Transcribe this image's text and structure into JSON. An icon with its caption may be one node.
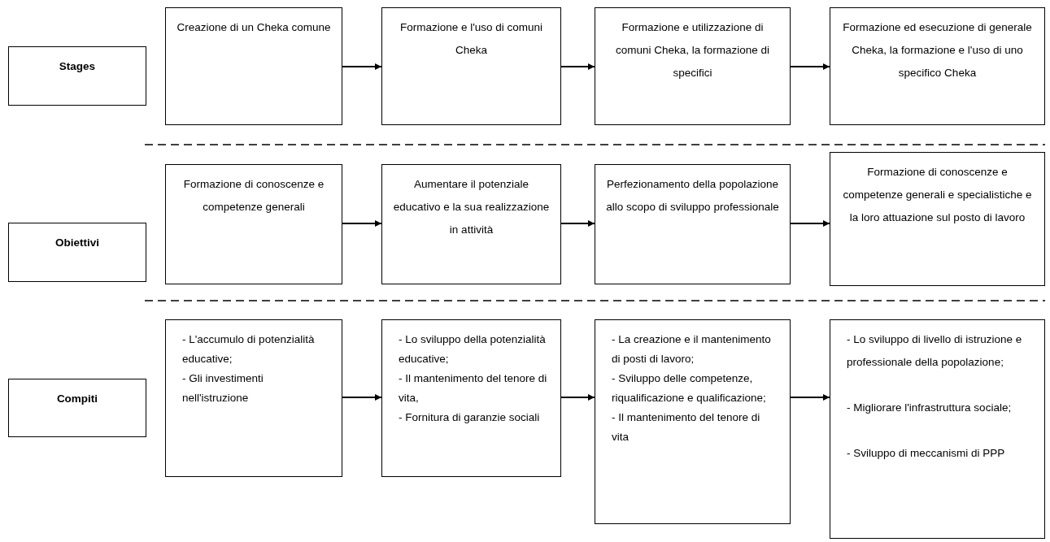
{
  "diagram": {
    "nodes": [
      {
        "text": [
          "Stages"
        ]
      },
      {
        "text": [
          "Creazione di un Cheka comune"
        ]
      },
      {
        "text": [
          "Formazione e l'uso di comuni Cheka"
        ]
      },
      {
        "text": [
          "Formazione e utilizzazione di comuni Cheka, la formazione di specifici"
        ]
      },
      {
        "text": [
          "Formazione ed esecuzione di generale Cheka, la formazione e l'uso di uno specifico Cheka"
        ]
      },
      {
        "text": [
          "Obiettivi"
        ]
      },
      {
        "text": [
          "Formazione di conoscenze e competenze generali"
        ]
      },
      {
        "text": [
          "Aumentare il potenziale educativo e la sua realizzazione in attività"
        ]
      },
      {
        "text": [
          "Perfezionamento della popolazione allo scopo di sviluppo professionale"
        ]
      },
      {
        "text": [
          "Formazione di conoscenze e competenze generali e specialistiche e la loro attuazione sul posto di lavoro"
        ]
      },
      {
        "text": [
          "Compiti"
        ]
      },
      {
        "text": [
          "- L'accumulo di potenzialità educative;",
          "- Gli investimenti nell'istruzione"
        ]
      },
      {
        "text": [
          "- Lo sviluppo della potenzialità educative;",
          "- Il mantenimento del tenore di vita,",
          "- Fornitura di garanzie sociali"
        ]
      },
      {
        "text": [
          "- La creazione e il mantenimento di posti di lavoro;",
          "- Sviluppo delle competenze, riqualificazione e qualificazione;",
          "- Il mantenimento del tenore di vita"
        ]
      },
      {
        "text": [
          "- Lo sviluppo di livello di istruzione e professionale della popolazione;",
          "- Migliorare l'infrastruttura sociale;",
          "- Sviluppo di meccanismi di PPP"
        ]
      }
    ],
    "edges": [
      {
        "from": 1,
        "to": 2,
        "arrow": "to"
      },
      {
        "from": 2,
        "to": 3,
        "arrow": "to"
      },
      {
        "from": 3,
        "to": 4,
        "arrow": "to"
      },
      {
        "from": 6,
        "to": 7,
        "arrow": "to"
      },
      {
        "from": 7,
        "to": 8,
        "arrow": "to"
      },
      {
        "from": 8,
        "to": 9,
        "arrow": "to"
      },
      {
        "from": 11,
        "to": 12,
        "arrow": "to"
      },
      {
        "from": 12,
        "to": 13,
        "arrow": "to"
      },
      {
        "from": 13,
        "to": 14,
        "arrow": "to"
      }
    ]
  }
}
